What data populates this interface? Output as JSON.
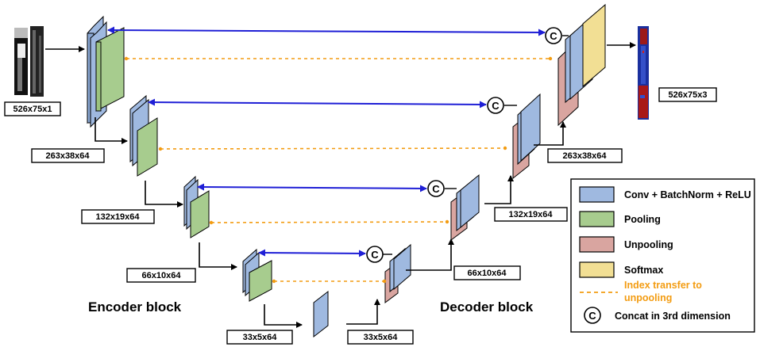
{
  "labels": {
    "input_size": "526x75x1",
    "output_size": "526x75x3",
    "enc_level1": "263x38x64",
    "enc_level2": "132x19x64",
    "enc_level3": "66x10x64",
    "bottleneck_left": "33x5x64",
    "bottleneck_right": "33x5x64",
    "dec_level3": "66x10x64",
    "dec_level2": "132x19x64",
    "dec_level1": "263x38x64"
  },
  "blocks": {
    "encoder": "Encoder block",
    "decoder": "Decoder block"
  },
  "concat_symbol": "C",
  "legend": {
    "conv": "Conv + BatchNorm + ReLU",
    "pooling": "Pooling",
    "unpooling": "Unpooling",
    "softmax": "Softmax",
    "index_transfer_line1": "Index transfer to",
    "index_transfer_line2": "unpooling",
    "concat": "Concat in 3rd dimension"
  },
  "colors": {
    "conv": "#9fb9e0",
    "pooling": "#a7cc8e",
    "unpooling": "#d9a5a0",
    "softmax": "#f2df94",
    "skip_arrow": "#1f1fd6",
    "index_line": "#f39c12"
  }
}
